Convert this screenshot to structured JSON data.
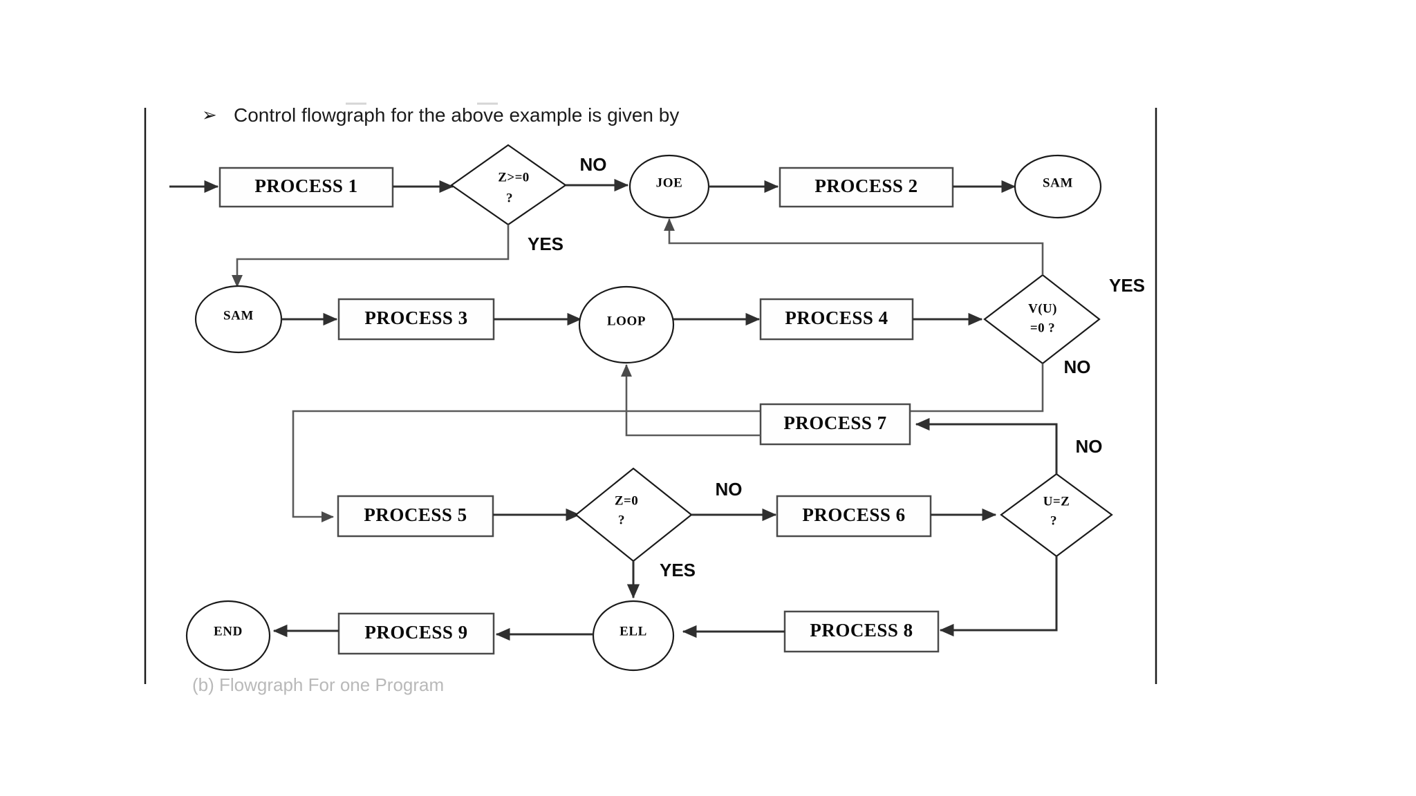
{
  "slide": {
    "bullet_glyph": "➢",
    "heading": "Control flowgraph for the above example is given by",
    "footer_partial": "(b) Flowgraph For one Program"
  },
  "diagram": {
    "title": "Control flowgraph",
    "type": "flowchart",
    "nodes": [
      {
        "id": "p1",
        "shape": "process",
        "label": "PROCESS 1"
      },
      {
        "id": "d1",
        "shape": "decision",
        "label_line1": "Z>=0",
        "label_line2": "?"
      },
      {
        "id": "joe",
        "shape": "connector",
        "label": "JOE"
      },
      {
        "id": "p2",
        "shape": "process",
        "label": "PROCESS 2"
      },
      {
        "id": "sam1",
        "shape": "connector",
        "label": "SAM"
      },
      {
        "id": "sam2",
        "shape": "connector",
        "label": "SAM"
      },
      {
        "id": "p3",
        "shape": "process",
        "label": "PROCESS 3"
      },
      {
        "id": "loop",
        "shape": "connector",
        "label": "LOOP"
      },
      {
        "id": "p4",
        "shape": "process",
        "label": "PROCESS 4"
      },
      {
        "id": "d2",
        "shape": "decision",
        "label_line1": "V(U)",
        "label_line2": "=0 ?"
      },
      {
        "id": "p7",
        "shape": "process",
        "label": "PROCESS 7"
      },
      {
        "id": "p5",
        "shape": "process",
        "label": "PROCESS 5"
      },
      {
        "id": "d3",
        "shape": "decision",
        "label_line1": "Z=0",
        "label_line2": "?"
      },
      {
        "id": "p6",
        "shape": "process",
        "label": "PROCESS 6"
      },
      {
        "id": "d4",
        "shape": "decision",
        "label_line1": "U=Z",
        "label_line2": "?"
      },
      {
        "id": "ell",
        "shape": "connector",
        "label": "ELL"
      },
      {
        "id": "p8",
        "shape": "process",
        "label": "PROCESS 8"
      },
      {
        "id": "p9",
        "shape": "process",
        "label": "PROCESS 9"
      },
      {
        "id": "end",
        "shape": "connector",
        "label": "END"
      }
    ],
    "branch_labels": {
      "d1_no": "NO",
      "d1_yes": "YES",
      "d2_yes": "YES",
      "d2_no": "NO",
      "d3_no": "NO",
      "d3_yes": "YES",
      "d4_no": "NO"
    },
    "edges": [
      {
        "from": "start",
        "to": "p1",
        "label": ""
      },
      {
        "from": "p1",
        "to": "d1",
        "label": ""
      },
      {
        "from": "d1",
        "to": "joe",
        "label": "NO"
      },
      {
        "from": "joe",
        "to": "p2",
        "label": ""
      },
      {
        "from": "p2",
        "to": "sam1",
        "label": ""
      },
      {
        "from": "d1",
        "to": "sam2",
        "label": "YES"
      },
      {
        "from": "sam2",
        "to": "p3",
        "label": ""
      },
      {
        "from": "p3",
        "to": "loop",
        "label": ""
      },
      {
        "from": "loop",
        "to": "p4",
        "label": ""
      },
      {
        "from": "p4",
        "to": "d2",
        "label": ""
      },
      {
        "from": "d2",
        "to": "joe",
        "label": "YES"
      },
      {
        "from": "d2",
        "to": "p5",
        "label": "NO"
      },
      {
        "from": "p5",
        "to": "d3",
        "label": ""
      },
      {
        "from": "d3",
        "to": "p6",
        "label": "NO"
      },
      {
        "from": "p6",
        "to": "d4",
        "label": ""
      },
      {
        "from": "d4",
        "to": "p7",
        "label": "NO"
      },
      {
        "from": "p7",
        "to": "loop",
        "label": ""
      },
      {
        "from": "d3",
        "to": "ell",
        "label": "YES"
      },
      {
        "from": "d4",
        "to": "p8",
        "label": ""
      },
      {
        "from": "p8",
        "to": "ell",
        "label": ""
      },
      {
        "from": "ell",
        "to": "p9",
        "label": ""
      },
      {
        "from": "p9",
        "to": "end",
        "label": ""
      }
    ],
    "colors": {
      "box_stroke": "#4a4a4a",
      "shape_stroke": "#1a1a1a",
      "edge": "#2f2f2f",
      "text": "#0a0a0a",
      "background": "#ffffff"
    }
  }
}
